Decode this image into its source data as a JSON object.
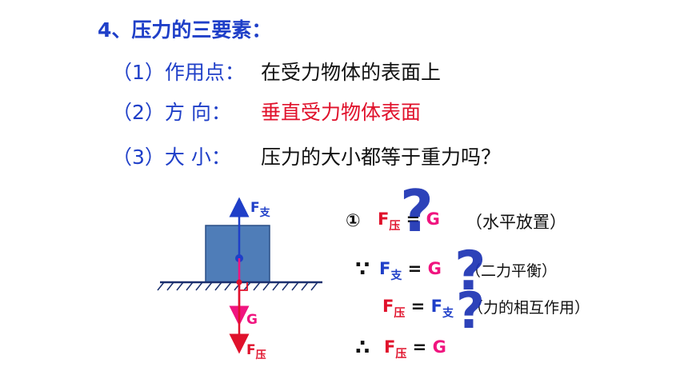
{
  "title": "4、压力的三要素：",
  "items": [
    {
      "label": "（1）作用点：",
      "value": "在受力物体的表面上"
    },
    {
      "label": "（2）方 向：",
      "value": "垂直受力物体表面"
    },
    {
      "label": "（3）大 小：",
      "value": "压力的大小都等于重力吗？"
    }
  ],
  "diagram": {
    "f_support": "F",
    "f_support_sub": "支",
    "g": "G",
    "f_press": "F",
    "f_press_sub": "压"
  },
  "reasoning": {
    "case_num": "①",
    "case_lhs": "F",
    "case_lhs_sub": "压",
    "case_eq": "=",
    "case_rhs": "G",
    "case_note": "（水平放置）",
    "because_sym": "∵",
    "b_lhs": "F",
    "b_lhs_sub": "支",
    "b_eq": "=",
    "b_rhs": "G",
    "b_note": "（二力平衡）",
    "c_lhs": "F",
    "c_lhs_sub": "压",
    "c_eq": "=",
    "c_rhs": "F",
    "c_rhs_sub": "支",
    "c_note": "（力的相互作用）",
    "therefore_sym": "∴",
    "d_lhs": "F",
    "d_lhs_sub": "压",
    "d_eq": "=",
    "d_rhs": "G"
  },
  "colors": {
    "blue": "#1f3fc8",
    "red": "#e0112b",
    "pink": "#f0147f",
    "block": "#4f7db8",
    "question": "#1c32b4"
  }
}
